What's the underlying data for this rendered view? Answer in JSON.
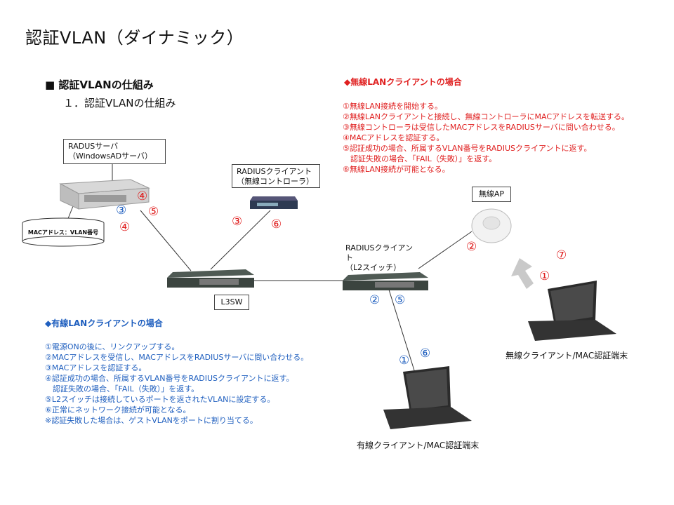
{
  "title": "認証VLAN（ダイナミック）",
  "section": "■ 認証VLANの仕組み",
  "subsection": "１．認証VLANの仕組み",
  "nodes": {
    "radius_server": "RADUSサーバ\n（WindowsADサーバ）",
    "database": "MACアドレス：VLAN番号",
    "radius_client_wlc": "RADIUSクライアント\n（無線コントローラ）",
    "radius_client_l2": "RADIUSクライアント\n（L2スイッチ）",
    "l3sw": "L3SW",
    "wireless_ap": "無線AP",
    "wireless_client": "無線クライアント/MAC認証端末",
    "wired_client": "有線クライアント/MAC認証端末"
  },
  "wireless_section": {
    "heading": "◆無線LANクライアントの場合",
    "steps": [
      "①無線LAN接続を開始する。",
      "②無線LANクライアントと接続し、無線コントローラにMACアドレスを転送する。",
      "③無線コントローラは受信したMACアドレスをRADIUSサーバに問い合わせる。",
      "④MACアドレスを認証する。",
      "⑤認証成功の場合、所属するVLAN番号をRADIUSクライアントに返す。",
      "　認証失敗の場合、「FAIL（失敗）」を返す。",
      "⑥無線LAN接続が可能となる。"
    ]
  },
  "wired_section": {
    "heading": "◆有線LANクライアントの場合",
    "steps": [
      "①電源ONの後に、リンクアップする。",
      "②MACアドレスを受信し、MACアドレスをRADIUSサーバに問い合わせる。",
      "③MACアドレスを認証する。",
      "④認証成功の場合、所属するVLAN番号をRADIUSクライアントに返す。",
      "　認証失敗の場合、「FAIL（失敗）」を返す。",
      "⑤L2スイッチは接続しているポートを返されたVLANに設定する。",
      "⑥正常にネットワーク接続が可能となる。",
      "※認証失敗した場合は、ゲストVLANをポートに割り当てる。"
    ]
  },
  "markers": {
    "server_4_red": "④",
    "server_5_red": "⑤",
    "server_3_blue": "③",
    "server_4b_red": "④",
    "wlc_3_red": "③",
    "wlc_6_red": "⑥",
    "ap_2_red": "②",
    "wl_7_red": "⑦",
    "wl_1_red": "①",
    "l2_2_blue": "②",
    "l2_5_blue": "⑤",
    "wd_1_blue": "①",
    "wd_6_blue": "⑥"
  },
  "colors": {
    "wireless": "#e02020",
    "wired": "#1f5fbf"
  }
}
